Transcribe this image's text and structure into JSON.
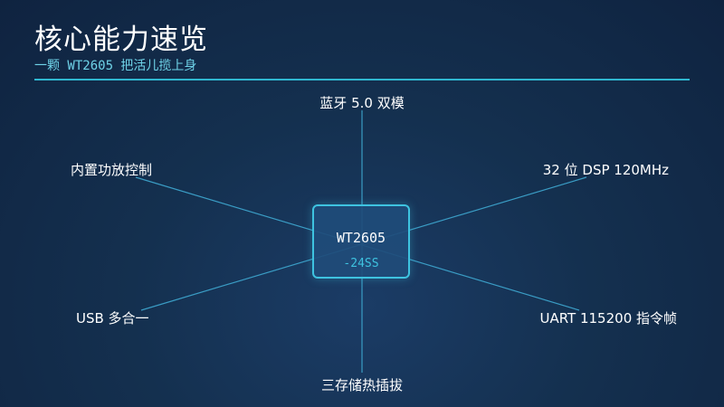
{
  "header": {
    "title": "核心能力速览",
    "subtitle": "一颗 WT2605 把活儿揽上身"
  },
  "chip": {
    "model": "WT2605",
    "variant": "-24SS"
  },
  "features": {
    "top": "蓝牙 5.0 双模",
    "upper_left": "内置功放控制",
    "upper_right": "32 位 DSP 120MHz",
    "lower_left": "USB 多合一",
    "lower_right": "UART 115200 指令帧",
    "bottom": "三存储热插拔"
  },
  "colors": {
    "background": "#14304f",
    "accent": "#3ec3e0",
    "line": "#3a9cc4",
    "text": "#ffffff"
  }
}
